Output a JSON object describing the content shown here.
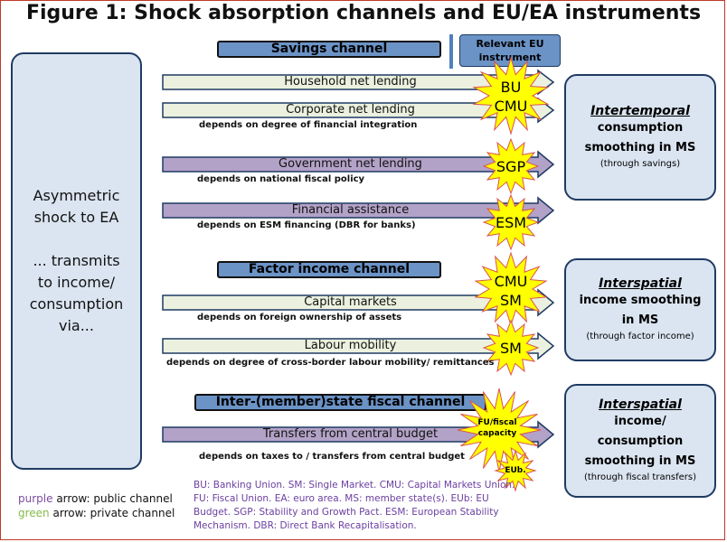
{
  "title": "Figure 1: Shock absorption channels and EU/EA instruments",
  "left_box": {
    "lines": [
      "Asymmetric",
      "shock to EA",
      "",
      "... transmits",
      "to income/",
      "consumption",
      "via..."
    ]
  },
  "relevant_header": "Relevant EU instrument",
  "channels": {
    "savings": "Savings channel",
    "factor": "Factor income channel",
    "fiscal": "Inter-(member)state fiscal channel"
  },
  "arrows": [
    {
      "label": "Household net lending",
      "kind": "private",
      "note": ""
    },
    {
      "label": "Corporate net lending",
      "kind": "private",
      "note": "depends on degree of financial integration"
    },
    {
      "label": "Government net lending",
      "kind": "public",
      "note": "depends on national fiscal policy"
    },
    {
      "label": "Financial assistance",
      "kind": "public",
      "note": "depends on ESM financing (DBR for banks)"
    },
    {
      "label": "Capital markets",
      "kind": "private",
      "note": "depends on foreign ownership of assets"
    },
    {
      "label": "Labour mobility",
      "kind": "private",
      "note": "depends on degree of cross-border labour mobility/ remittances"
    },
    {
      "label": "Transfers from central budget",
      "kind": "public",
      "note": "depends on taxes to / transfers from central budget"
    }
  ],
  "instruments": {
    "bu_cmu": [
      "BU",
      "CMU"
    ],
    "sgp": "SGP",
    "esm": "ESM",
    "cmu_sm": [
      "CMU",
      "SM"
    ],
    "sm": "SM",
    "fu": [
      "FU/fiscal",
      "capacity"
    ],
    "eub": "EUb."
  },
  "result_boxes": [
    {
      "title": "Intertemporal",
      "lines": [
        "consumption",
        "smoothing in MS"
      ],
      "small": "(through savings)"
    },
    {
      "title": "Interspatial",
      "lines": [
        "income smoothing",
        "in MS"
      ],
      "small": "(through factor income)"
    },
    {
      "title": "Interspatial",
      "lines": [
        "income/",
        "consumption",
        "smoothing in MS"
      ],
      "small": "(through fiscal transfers)"
    }
  ],
  "legend": {
    "purple_word": "purple",
    "purple_rest": " arrow: public channel",
    "green_word": "green",
    "green_rest": " arrow: private channel"
  },
  "glossary": "BU: Banking Union. SM: Single Market. CMU: Capital Markets Union. FU: Fiscal Union. EA: euro area. MS: member state(s). EUb: EU Budget. SGP: Stability and Growth Pact. ESM: European Stability Mechanism. DBR: Direct Bank Recapitalisation.",
  "colors": {
    "private_arrow": "#ebf1de",
    "public_arrow": "#b3a2c7",
    "star": "#ffff00",
    "star_outline": "#d9534f",
    "box_fill": "#dbe5f1",
    "channel_fill": "#6b93c6"
  }
}
